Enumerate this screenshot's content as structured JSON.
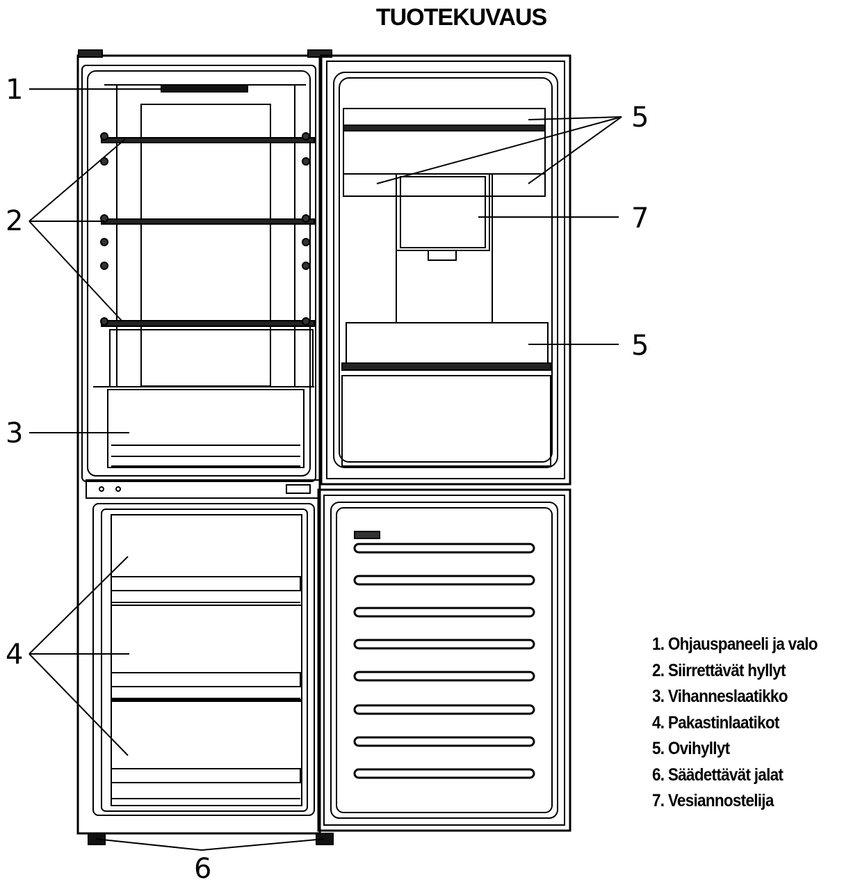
{
  "title": "TUOTEKUVAUS",
  "callouts": {
    "c1": "1",
    "c2": "2",
    "c3": "3",
    "c4": "4",
    "c5a": "5",
    "c5b": "5",
    "c6": "6",
    "c7": "7"
  },
  "legend": [
    "1. Ohjauspaneeli ja valo",
    "2. Siirrettävät hyllyt",
    "3. Vihanneslaatikko",
    "4. Pakastinlaatikot",
    "5. Ovihyllyt",
    "6. Säädettävät jalat",
    "7. Vesiannostelija"
  ]
}
